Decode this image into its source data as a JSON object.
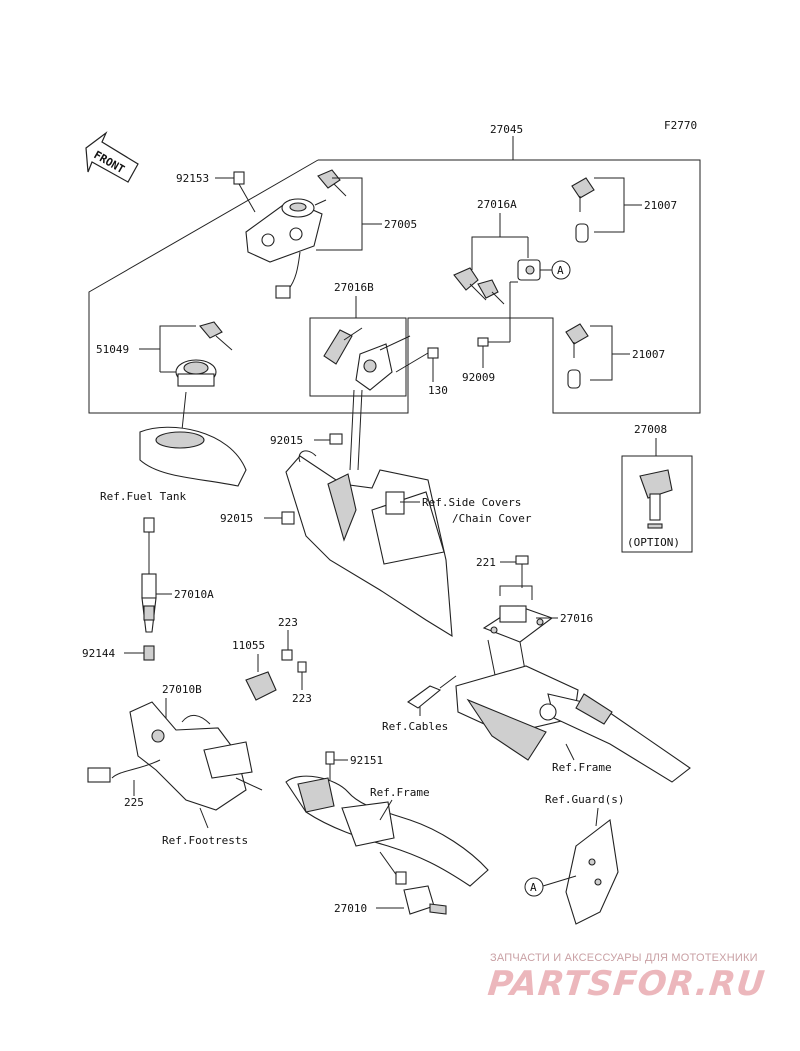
{
  "figure_code": "F2770",
  "front_label": "FRONT",
  "parts": {
    "p27045": "27045",
    "p92153": "92153",
    "p27005": "27005",
    "p27016A": "27016A",
    "p21007a": "21007",
    "p21007b": "21007",
    "p27016B": "27016B",
    "p51049": "51049",
    "p130": "130",
    "p92009": "92009",
    "p92015a": "92015",
    "p92015b": "92015",
    "p27008": "27008",
    "p27010A": "27010A",
    "p221": "221",
    "p27016": "27016",
    "p92144": "92144",
    "p223a": "223",
    "p11055": "11055",
    "p223b": "223",
    "p27010B": "27010B",
    "p92151": "92151",
    "p225": "225",
    "p27010": "27010"
  },
  "refs": {
    "fuel_tank": "Ref.Fuel Tank",
    "side_covers_1": "Ref.Side Covers",
    "side_covers_2": "/Chain Cover",
    "cables": "Ref.Cables",
    "frame_right": "Ref.Frame",
    "guards": "Ref.Guard(s)",
    "frame_center": "Ref.Frame",
    "footrests": "Ref.Footrests"
  },
  "option_label": "(OPTION)",
  "callout_a": "A",
  "watermark": {
    "tagline": "ЗАПЧАСТИ И АКСЕССУАРЫ ДЛЯ МОТОТЕХНИКИ",
    "logo": "PARTSFOR.RU"
  }
}
